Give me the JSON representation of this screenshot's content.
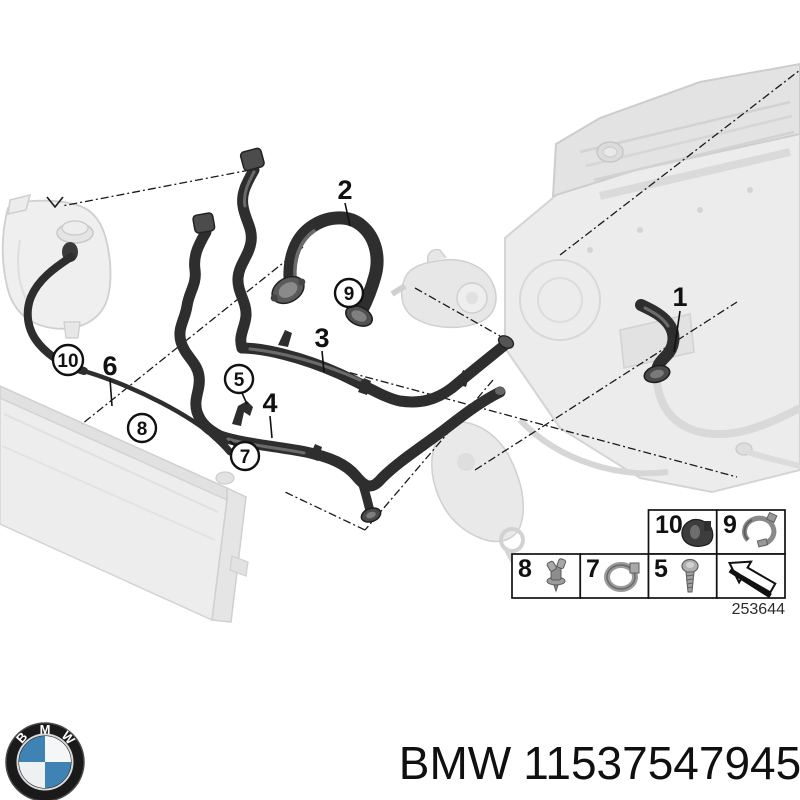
{
  "page": {
    "background": "#ffffff"
  },
  "diagram": {
    "type": "exploded-parts-diagram",
    "subject": "BMW cooling system hoses",
    "drawing_number": "253644",
    "callouts": {
      "plain": [
        {
          "label": "1"
        },
        {
          "label": "2"
        },
        {
          "label": "3"
        },
        {
          "label": "4"
        },
        {
          "label": "6"
        }
      ],
      "circled": [
        {
          "label": "5"
        },
        {
          "label": "7"
        },
        {
          "label": "8"
        },
        {
          "label": "9"
        },
        {
          "label": "10"
        }
      ]
    },
    "legend": {
      "cells": [
        {
          "label": "10",
          "icon": "rubber-grommet"
        },
        {
          "label": "9",
          "icon": "pipe-clamp"
        },
        {
          "label": "8",
          "icon": "expanding-rivet"
        },
        {
          "label": "7",
          "icon": "hose-clamp-band"
        },
        {
          "label": "5",
          "icon": "self-tapping-screw"
        },
        {
          "label": "",
          "icon": "direction-arrow"
        }
      ]
    }
  },
  "footer": {
    "brand": "BMW",
    "part_number": "11537547945",
    "logo_letters": [
      "B",
      "M",
      "W"
    ],
    "logo_blue": "#3f83b5"
  }
}
